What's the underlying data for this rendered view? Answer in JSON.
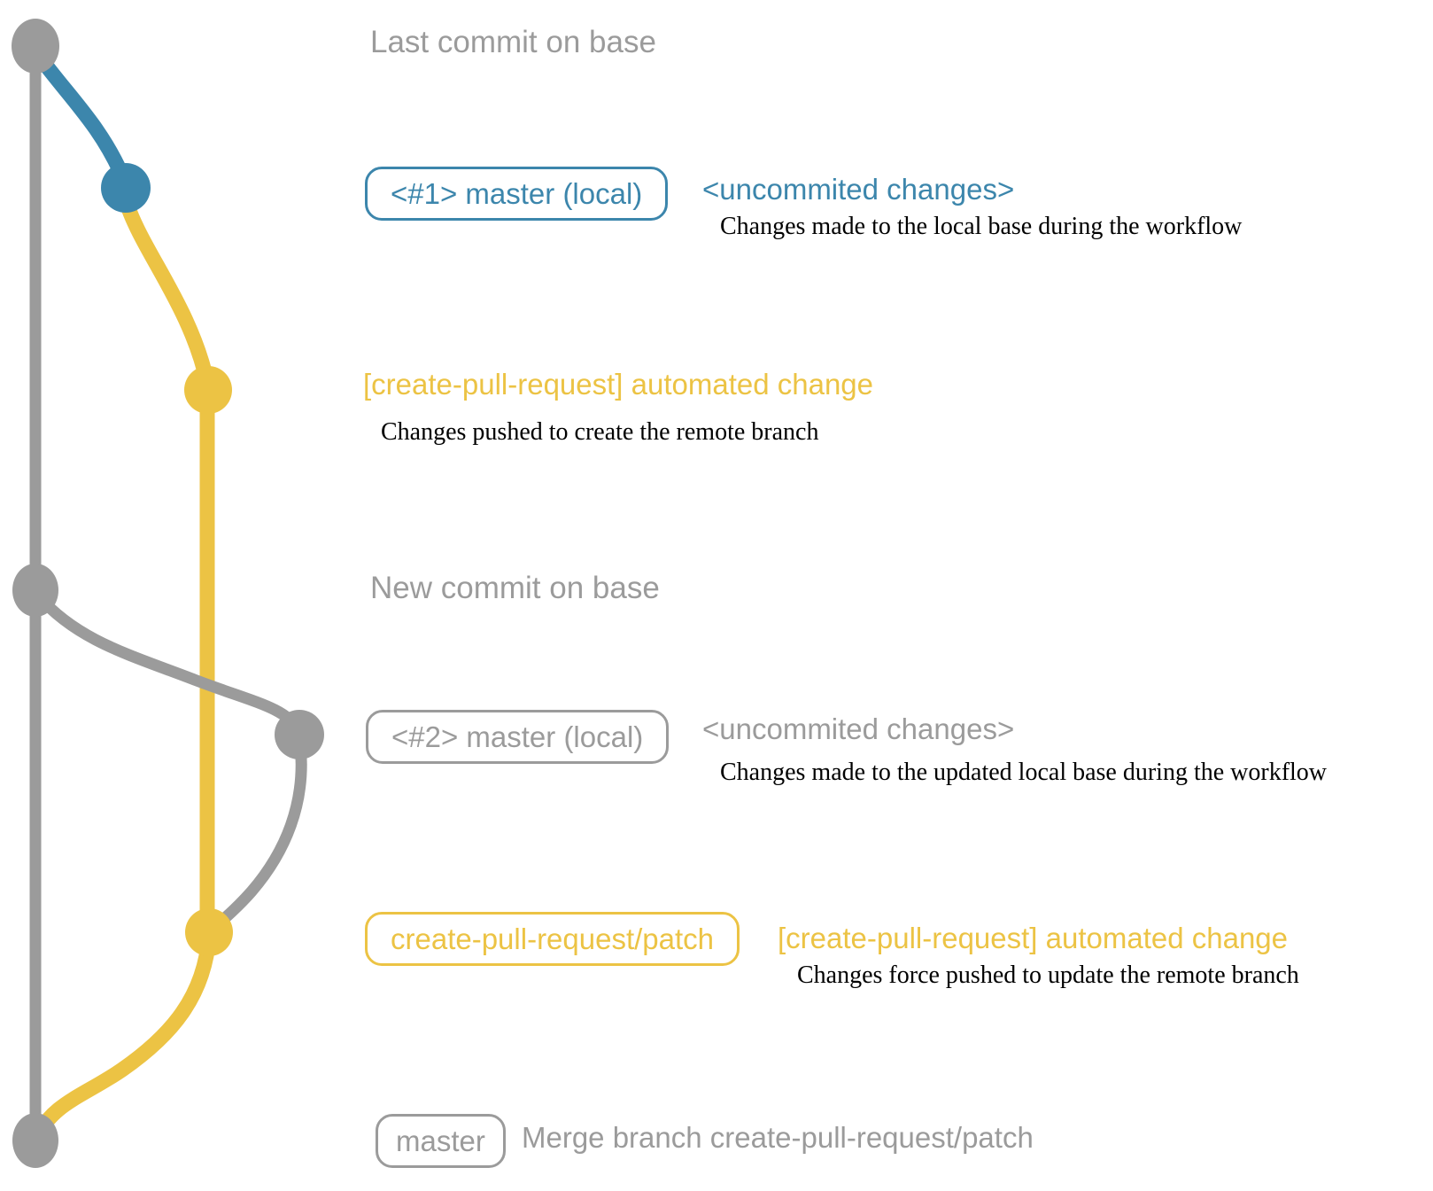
{
  "colors": {
    "gray": "#9b9b9b",
    "blue": "#3c86ac",
    "yellow": "#ecc344",
    "ink": "#000000",
    "background": "#ffffff"
  },
  "annotations": {
    "lastCommit": {
      "label": "Last commit on base"
    },
    "localChanges1": {
      "badge": "<#1> master (local)",
      "title": "<uncommited changes>",
      "caption": "Changes made to the local base during the workflow"
    },
    "push1": {
      "title": "[create-pull-request] automated change",
      "caption": "Changes pushed to create the remote branch"
    },
    "newCommit": {
      "label": "New commit on base"
    },
    "localChanges2": {
      "badge": "<#2> master (local)",
      "title": "<uncommited changes>",
      "caption": "Changes made to the updated local base during the workflow"
    },
    "push2": {
      "badge": "create-pull-request/patch",
      "title": "[create-pull-request] automated change",
      "caption": "Changes force pushed to update the remote branch"
    },
    "merge": {
      "badge": "master",
      "caption": "Merge branch create-pull-request/patch"
    }
  }
}
